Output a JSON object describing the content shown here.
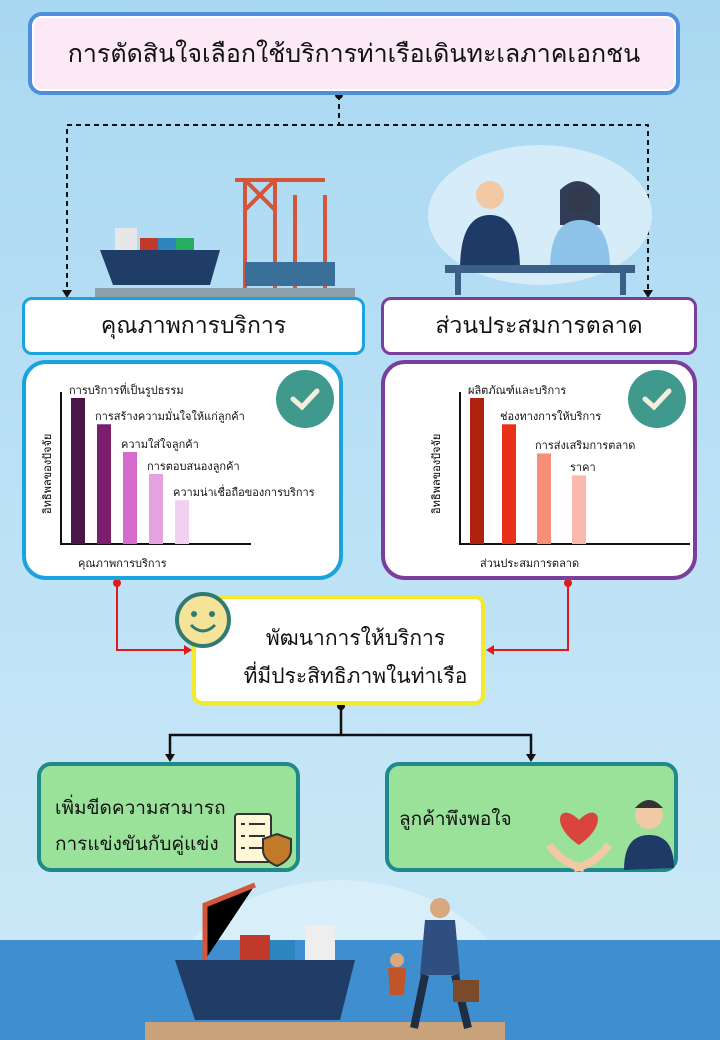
{
  "title": "การตัดสินใจเลือกใช้บริการท่าเรือเดินทะเลภาคเอกชน",
  "left": {
    "header": "คุณภาพการบริการ",
    "border": "#1aa3dc"
  },
  "right": {
    "header": "ส่วนประสมการตลาด",
    "border": "#7a3e9d"
  },
  "center": {
    "line1": "พัฒนาการให้บริการ",
    "line2": "ที่มีประสิทธิภาพในท่าเรือ"
  },
  "outcomes": {
    "left_line1": "เพิ่มขีดความสามารถ",
    "left_line2": "การแข่งขันกับคู่แข่ง",
    "right": "ลูกค้าพึงพอใจ"
  },
  "chart_data": [
    {
      "type": "bar",
      "title": "",
      "xlabel": "คุณภาพการบริการ",
      "ylabel": "อิทธิพลของปัจจัย",
      "categories": [
        "การบริการที่เป็นรูปธรรม",
        "การสร้างความมั่นใจให้แก่ลูกค้า",
        "ความใส่ใจลูกค้า",
        "การตอบสนองลูกค้า",
        "ความน่าเชื่อถือของการบริการ"
      ],
      "values": [
        100,
        82,
        63,
        48,
        30
      ],
      "colors": [
        "#4a1648",
        "#7a1f6e",
        "#d36ccc",
        "#e6a2df",
        "#f2d0ef"
      ],
      "ylim": [
        0,
        100
      ]
    },
    {
      "type": "bar",
      "title": "",
      "xlabel": "ส่วนประสมการตลาด",
      "ylabel": "อิทธิพลของปัจจัย",
      "categories": [
        "ผลิตภัณฑ์และบริการ",
        "ช่องทางการให้บริการ",
        "การส่งเสริมการตลาด",
        "ราคา"
      ],
      "values": [
        100,
        82,
        62,
        47
      ],
      "colors": [
        "#b0220f",
        "#e8301a",
        "#f78f78",
        "#fbb8ac"
      ],
      "ylim": [
        0,
        100
      ]
    }
  ]
}
